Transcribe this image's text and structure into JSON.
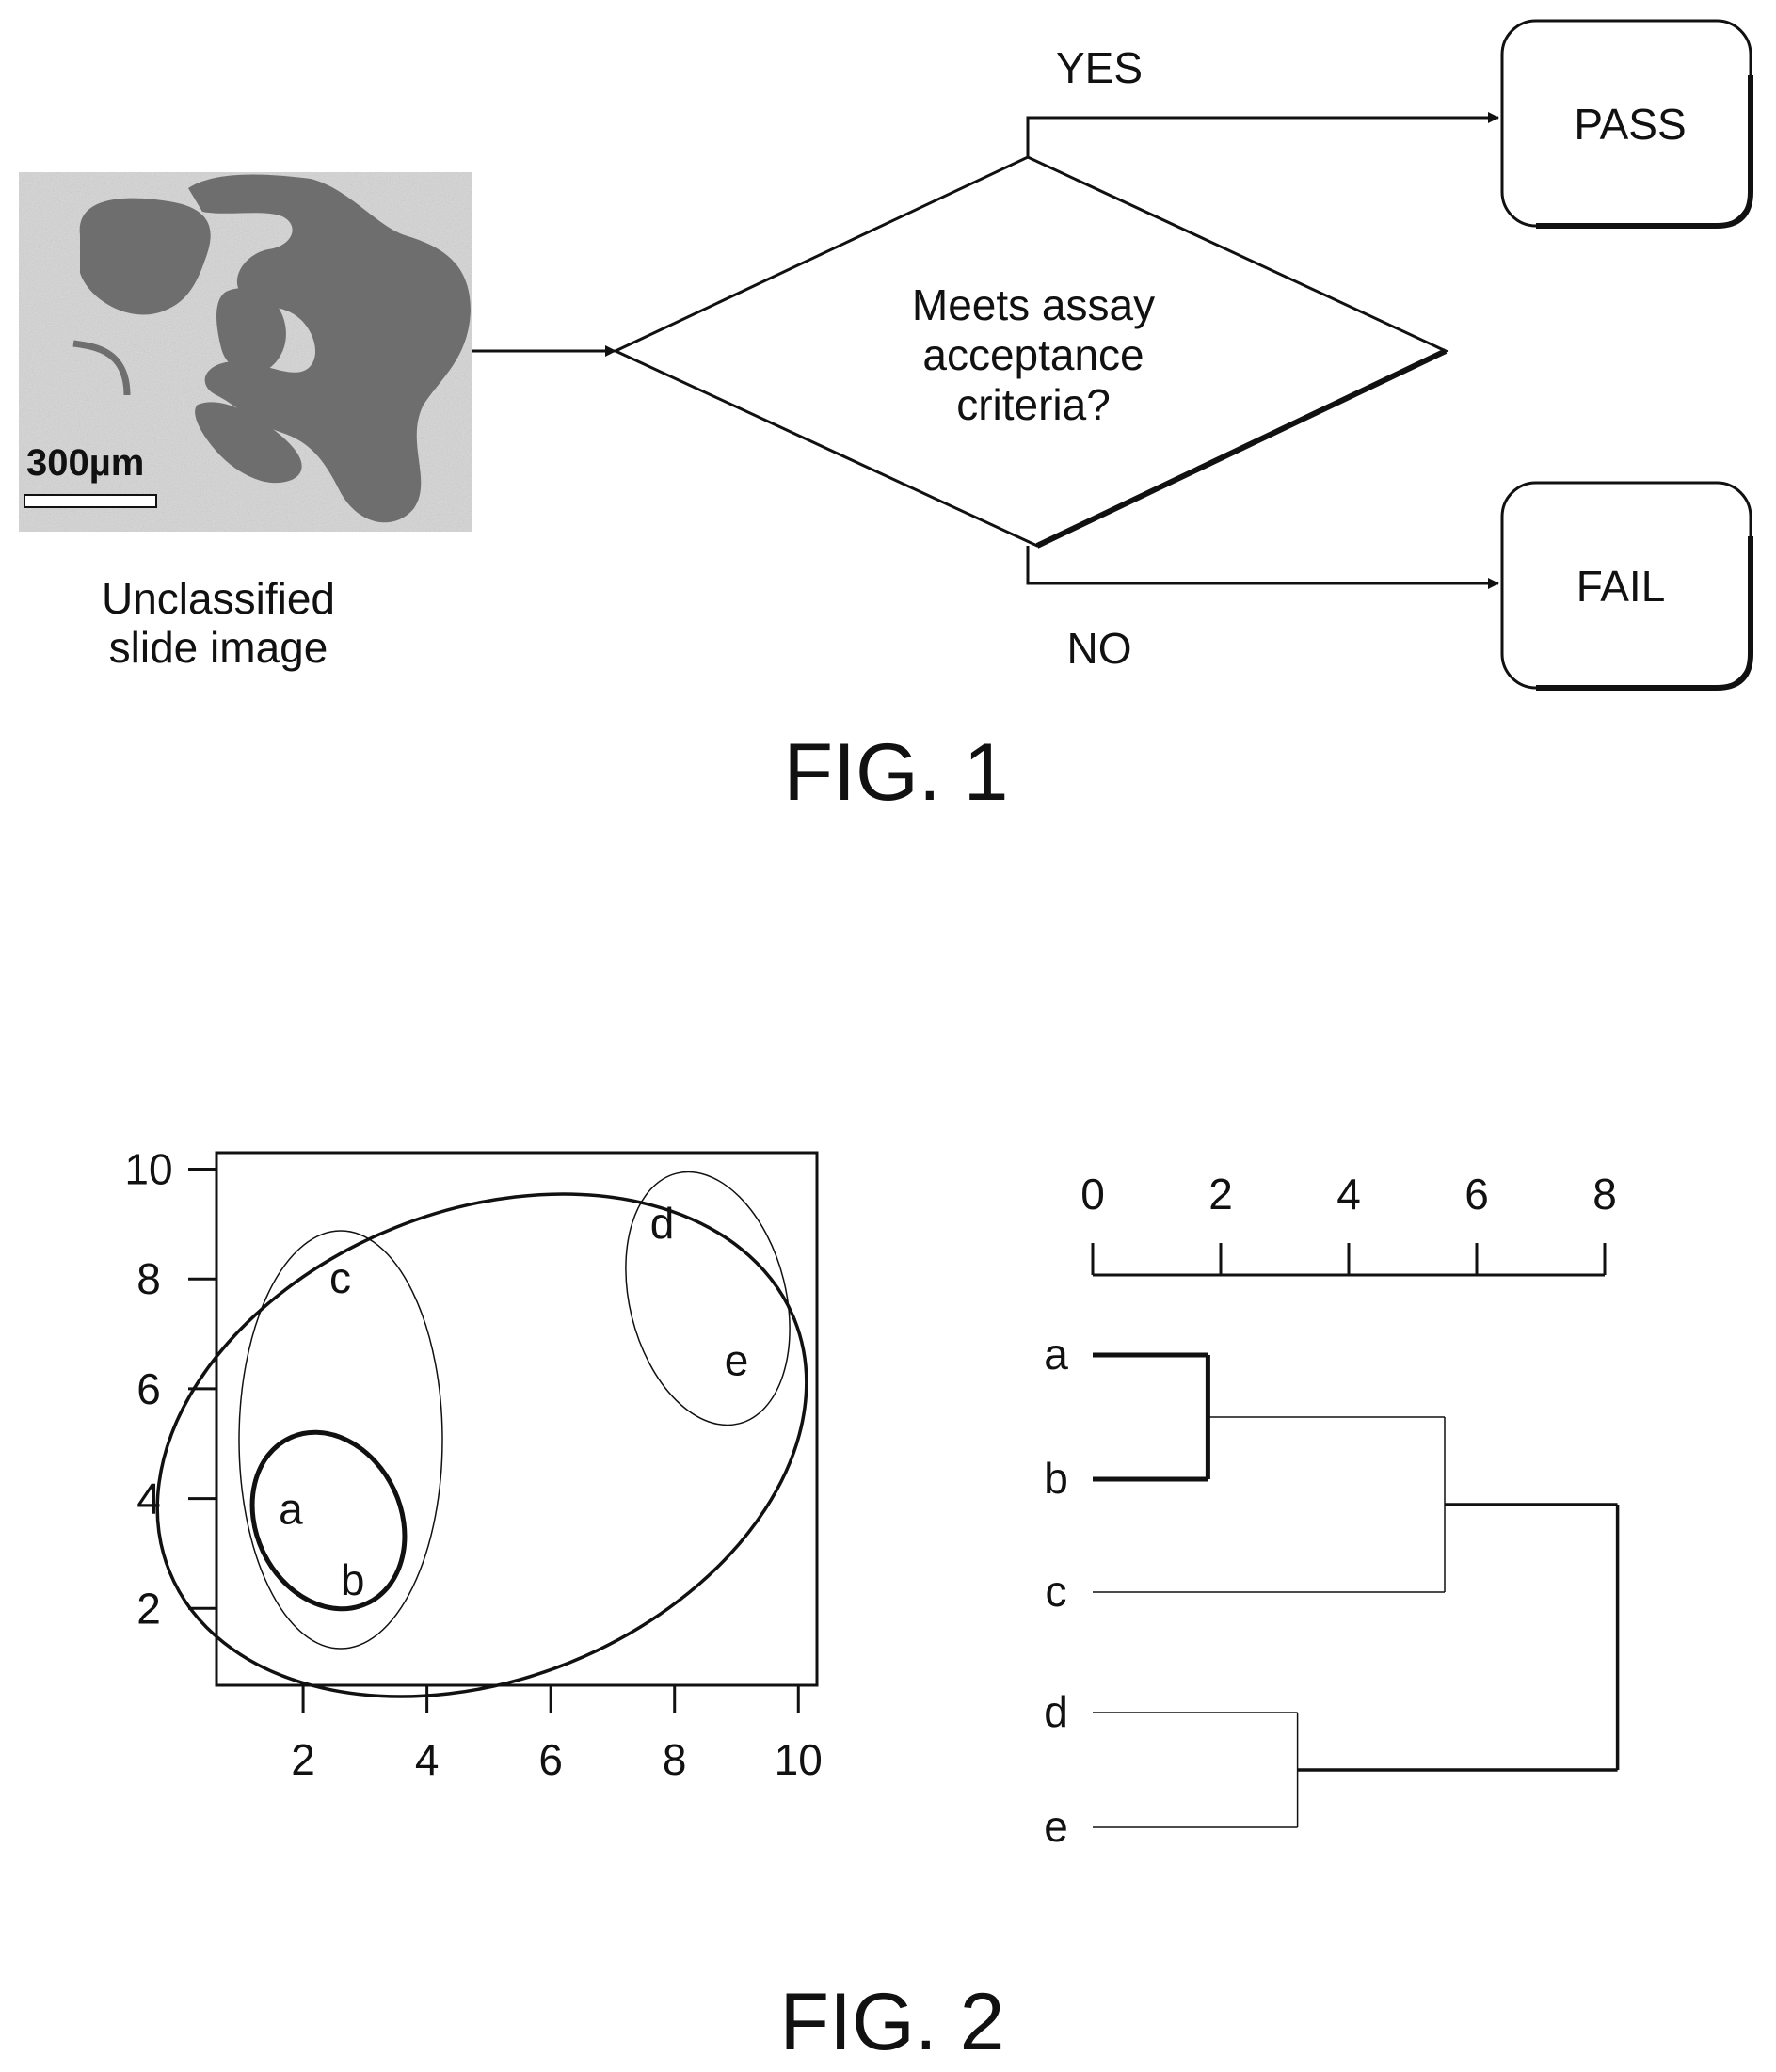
{
  "fig1": {
    "image_caption": [
      "Unclassified",
      "slide image"
    ],
    "scale_bar": "300µm",
    "decision": [
      "Meets assay",
      "acceptance",
      "criteria?"
    ],
    "yes_label": "YES",
    "no_label": "NO",
    "pass_label": "PASS",
    "fail_label": "FAIL",
    "figure_label": "FIG. 1"
  },
  "fig2": {
    "figure_label": "FIG. 2",
    "chart_data": [
      {
        "type": "scatter",
        "x_ticks": [
          "2",
          "4",
          "6",
          "8",
          "10"
        ],
        "y_ticks": [
          "2",
          "4",
          "6",
          "8",
          "10"
        ],
        "xlim": [
          0.6,
          10.3
        ],
        "ylim": [
          0.6,
          10.3
        ],
        "points": [
          {
            "label": "a",
            "x": 1.8,
            "y": 3.8
          },
          {
            "label": "b",
            "x": 2.8,
            "y": 2.5
          },
          {
            "label": "c",
            "x": 2.6,
            "y": 8.0
          },
          {
            "label": "d",
            "x": 7.8,
            "y": 9.0
          },
          {
            "label": "e",
            "x": 9.0,
            "y": 6.5
          }
        ],
        "clusters": [
          [
            "a",
            "b"
          ],
          [
            "a",
            "b",
            "c"
          ],
          [
            "d",
            "e"
          ],
          [
            "a",
            "b",
            "c",
            "d",
            "e"
          ]
        ]
      },
      {
        "type": "dendrogram",
        "axis_ticks": [
          "0",
          "2",
          "4",
          "6",
          "8"
        ],
        "leaves": [
          "a",
          "b",
          "c",
          "d",
          "e"
        ],
        "merges": [
          {
            "members": [
              "a",
              "b"
            ],
            "height": 1.8
          },
          {
            "members": [
              "a",
              "b",
              "c"
            ],
            "height": 5.5
          },
          {
            "members": [
              "d",
              "e"
            ],
            "height": 3.2
          },
          {
            "members": [
              "a",
              "b",
              "c",
              "d",
              "e"
            ],
            "height": 8.2
          }
        ]
      }
    ]
  }
}
